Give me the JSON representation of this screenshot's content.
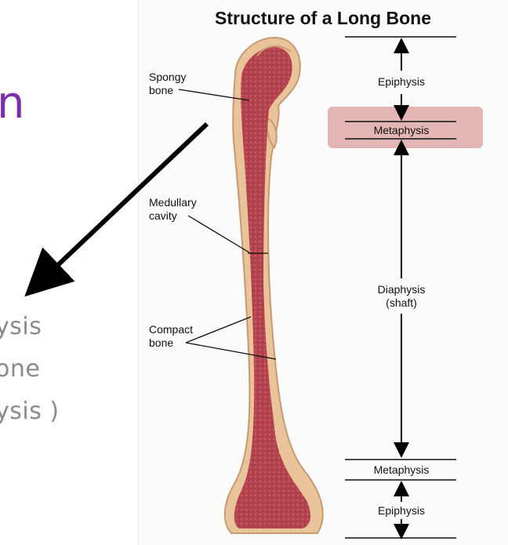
{
  "figure": {
    "title": "Structure of a Long Bone",
    "labels": {
      "spongy_bone": [
        "Spongy",
        "bone"
      ],
      "medullary_cavity": [
        "Medullary",
        "cavity"
      ],
      "compact_bone": [
        "Compact",
        "bone"
      ],
      "epiphysis_top": "Epiphysis",
      "metaphysis_top": "Metaphysis",
      "diaphysis": [
        "Diaphysis",
        "(shaft)"
      ],
      "metaphysis_bottom": "Metaphysis",
      "epiphysis_bottom": "Epiphysis"
    },
    "highlight_color": "#d07c7c",
    "bone_colors": {
      "marrow": "#b5424f",
      "cortex": "#e9c39a",
      "outline": "#c89a72"
    }
  },
  "slide": {
    "title_fragment": "n",
    "lines": [
      "ysis",
      "one",
      "ysis )"
    ],
    "title_color": "#7b2fa8",
    "text_color": "#8a8a8a"
  }
}
